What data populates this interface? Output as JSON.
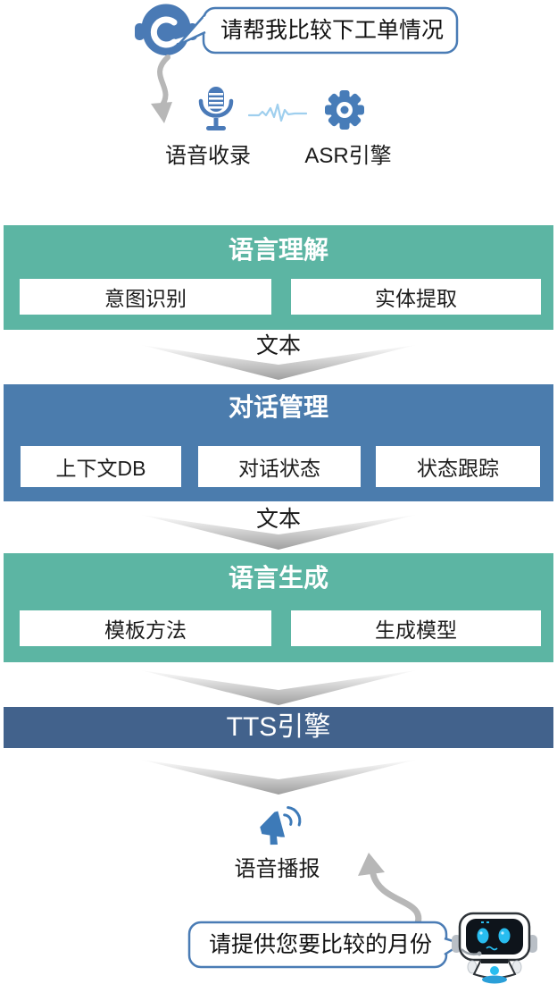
{
  "colors": {
    "teal_block": "#5cb5a3",
    "steel_blue_block": "#4b7cad",
    "navy_band": "#42628c",
    "icon_blue": "#4a7ab8",
    "waveform_blue": "#9fcfee",
    "bubble_border": "#4a7cb5",
    "arrow_gray": "#b7b7b7"
  },
  "icons": {
    "agent": "headset-icon",
    "capture": "microphone-icon",
    "signal": "waveform-icon",
    "asr": "gear-icon",
    "broadcast": "megaphone-icon",
    "bot": "robot-icon",
    "flow": "chevron-down-arrow",
    "handoff": "curved-arrow"
  },
  "user": {
    "bubble_text": "请帮我比较下工单情况"
  },
  "pipeline": {
    "capture_label": "语音收录",
    "asr_label": "ASR引擎",
    "nlu": {
      "title": "语言理解",
      "items": [
        {
          "label": "意图识别"
        },
        {
          "label": "实体提取"
        }
      ]
    },
    "connector1": {
      "label": "文本"
    },
    "dm": {
      "title": "对话管理",
      "items": [
        {
          "label": "上下文DB"
        },
        {
          "label": "对话状态"
        },
        {
          "label": "状态跟踪"
        }
      ]
    },
    "connector2": {
      "label": "文本"
    },
    "nlg": {
      "title": "语言生成",
      "items": [
        {
          "label": "模板方法"
        },
        {
          "label": "生成模型"
        }
      ]
    },
    "tts_title": "TTS引擎",
    "broadcast_label": "语音播报"
  },
  "bot": {
    "bubble_text": "请提供您要比较的月份"
  }
}
